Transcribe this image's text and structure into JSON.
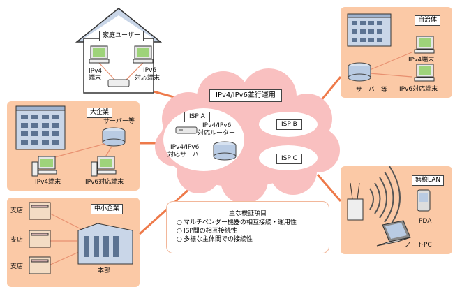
{
  "colors": {
    "panel": "#fbc9a6",
    "cloud": "#f9c0c0",
    "line": "#ee7a4a",
    "house": "#c9d6e8"
  },
  "cloud": {
    "title": "IPv4/IPv6並行運用",
    "isp_a": "ISP A",
    "isp_b": "ISP B",
    "isp_c": "ISP C",
    "router_label_1": "IPv4/IPv6",
    "router_label_2": "対応ルーター",
    "server_label_1": "IPv4/IPv6",
    "server_label_2": "対応サーバー"
  },
  "home": {
    "title": "家庭ユーザー",
    "pc1_line1": "IPv4",
    "pc1_line2": "端末",
    "pc2_line1": "IPv6",
    "pc2_line2": "対応端末"
  },
  "enterprise": {
    "title": "大企業",
    "server": "サーバー等",
    "pc1": "IPv4端末",
    "pc2": "IPv6対応端末"
  },
  "sme": {
    "title": "中小企業",
    "branch1": "支店",
    "branch2": "支店",
    "branch3": "支店",
    "hq": "本部"
  },
  "municipality": {
    "title": "自治体",
    "server": "サーバー等",
    "pc1": "IPv4端末",
    "pc2": "IPv6対応端末"
  },
  "wireless": {
    "title": "無線LAN",
    "pda": "PDA",
    "notebook": "ノートPC"
  },
  "verification": {
    "title": "主な検証項目",
    "items": [
      "マルチベンダー機器の相互接続・運用性",
      "ISP間の相互接続性",
      "多様な主体間での接続性"
    ]
  }
}
